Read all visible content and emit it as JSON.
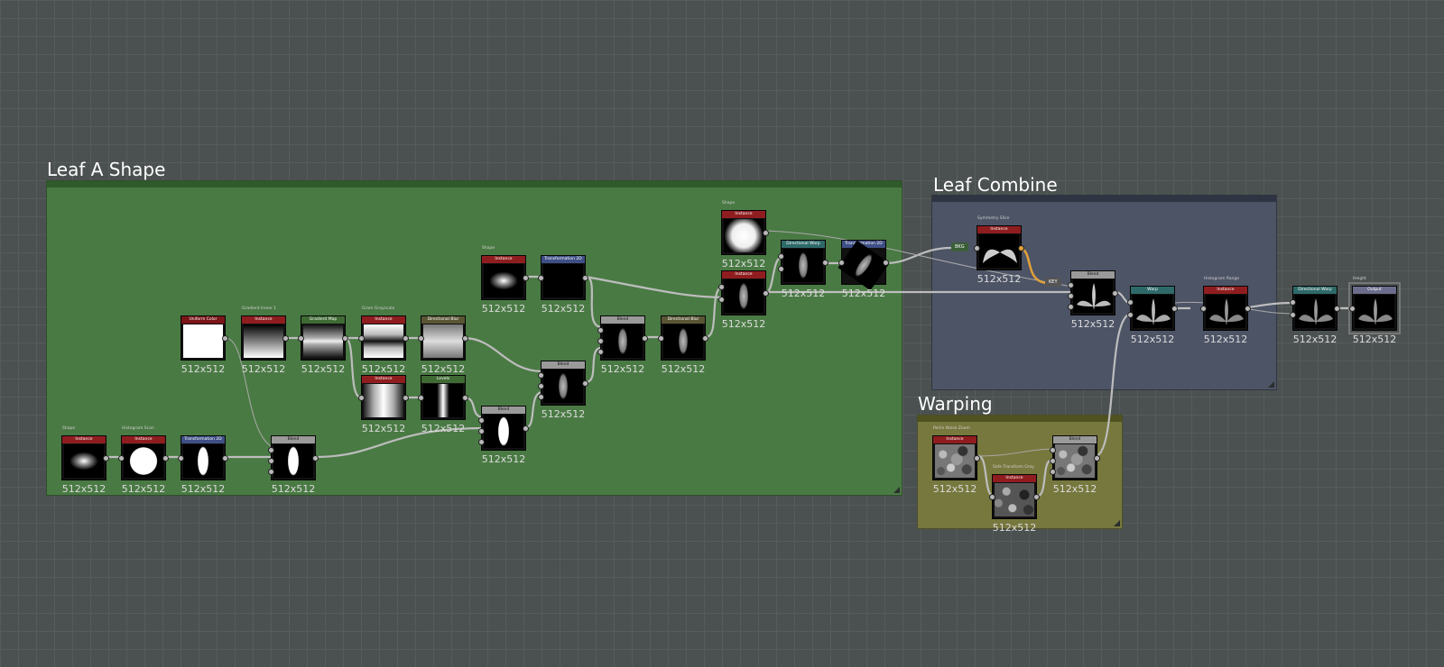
{
  "graph": {
    "frames": [
      {
        "id": "leaf-a",
        "title": "Leaf A Shape"
      },
      {
        "id": "combine",
        "title": "Leaf Combine"
      },
      {
        "id": "warping",
        "title": "Warping"
      }
    ],
    "resolution_label": "512x512",
    "badges": {
      "bg": "BKG",
      "key": "KEY"
    },
    "nodes": {
      "shape1": {
        "header": "Instance",
        "sub": "Shape"
      },
      "histscan": {
        "header": "Instance",
        "sub": "Histogram Scan"
      },
      "transform1": {
        "header": "Transformation 2D"
      },
      "blend1": {
        "header": "Blend"
      },
      "uniform": {
        "header": "Uniform Color"
      },
      "gradlinear": {
        "header": "Instance",
        "sub": "Gradient linear 1"
      },
      "gradmap": {
        "header": "Gradient Map"
      },
      "instA": {
        "header": "Instance",
        "sub": "Gram Grayscale"
      },
      "instB": {
        "header": "Instance"
      },
      "dirblur1": {
        "header": "Directional Blur"
      },
      "levels": {
        "header": "Levels"
      },
      "blend2": {
        "header": "Blend"
      },
      "shape2": {
        "header": "Instance",
        "sub": "Shape"
      },
      "transform2": {
        "header": "Transformation 2D"
      },
      "blend3": {
        "header": "Blend"
      },
      "blend4": {
        "header": "Blend"
      },
      "dirblur2": {
        "header": "Directional Blur"
      },
      "shape3": {
        "header": "Instance",
        "sub": "Shape"
      },
      "inst5": {
        "header": "Instance"
      },
      "dirwarp1": {
        "header": "Directional Warp"
      },
      "transform3": {
        "header": "Transformation 2D"
      },
      "symslice": {
        "header": "Instance",
        "sub": "Symmetry Slice"
      },
      "blend5": {
        "header": "Blend"
      },
      "warp": {
        "header": "Warp"
      },
      "histrange": {
        "header": "Instance",
        "sub": "Histogram Range"
      },
      "dirwarp2": {
        "header": "Directional Warp"
      },
      "output": {
        "header": "Output",
        "sub": "Height"
      },
      "perlin": {
        "header": "Instance",
        "sub": "Perlin Noise Zoom"
      },
      "tiletransform": {
        "header": "Instance",
        "sub": "Safe Transform Gray"
      },
      "blend6": {
        "header": "Blend"
      }
    }
  },
  "colors": {
    "canvas": "#4b5150",
    "frame_leaf_a": "#4a7a44",
    "frame_combine": "#4d5466",
    "frame_warping": "#77783e",
    "wire": "#bdbdbd",
    "wire_active": "#e0a23a"
  }
}
